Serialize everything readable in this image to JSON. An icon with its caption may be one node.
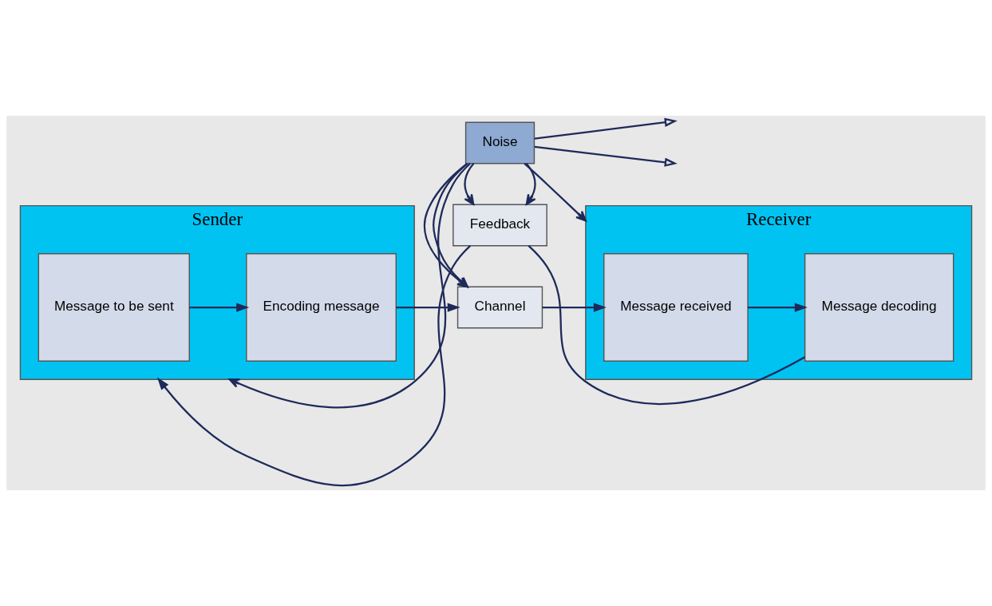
{
  "diagram": {
    "nodes": [
      {
        "text": [
          "Sender"
        ]
      },
      {
        "text": [
          "Message to be sent"
        ],
        "in": 0
      },
      {
        "text": [
          "Encoding message"
        ],
        "in": 0
      },
      {
        "text": [
          "Channel"
        ]
      },
      {
        "text": [
          "Receiver"
        ]
      },
      {
        "text": [
          "Message received"
        ],
        "in": 4
      },
      {
        "text": [
          "Message decoding"
        ],
        "in": 4
      },
      {
        "text": [
          "Noise"
        ]
      },
      {
        "text": [
          "Feedback"
        ]
      }
    ],
    "edges": [
      {
        "from": 1,
        "to": 2,
        "arrow": "to"
      },
      {
        "from": 2,
        "to": 3,
        "arrow": "to"
      },
      {
        "from": 3,
        "to": 5,
        "arrow": "to"
      },
      {
        "from": 5,
        "to": 6,
        "arrow": "to"
      },
      {
        "from": 6,
        "to": 8,
        "arrow": "none"
      },
      {
        "from": 8,
        "to": 0,
        "arrow": "to"
      },
      {
        "from": 7,
        "to": 3,
        "arrow": "to"
      },
      {
        "from": 7,
        "to": 3,
        "arrow": "to"
      },
      {
        "from": 7,
        "to": 0,
        "arrow": "to"
      },
      {
        "from": 7,
        "to": 4,
        "arrow": "to"
      },
      {
        "from": 7,
        "to": 8,
        "arrow": "to"
      },
      {
        "from": 7,
        "to": 8,
        "arrow": "to"
      },
      {
        "from": 7,
        "to": null,
        "arrow": "to"
      },
      {
        "from": 7,
        "to": null,
        "arrow": "to"
      }
    ]
  }
}
